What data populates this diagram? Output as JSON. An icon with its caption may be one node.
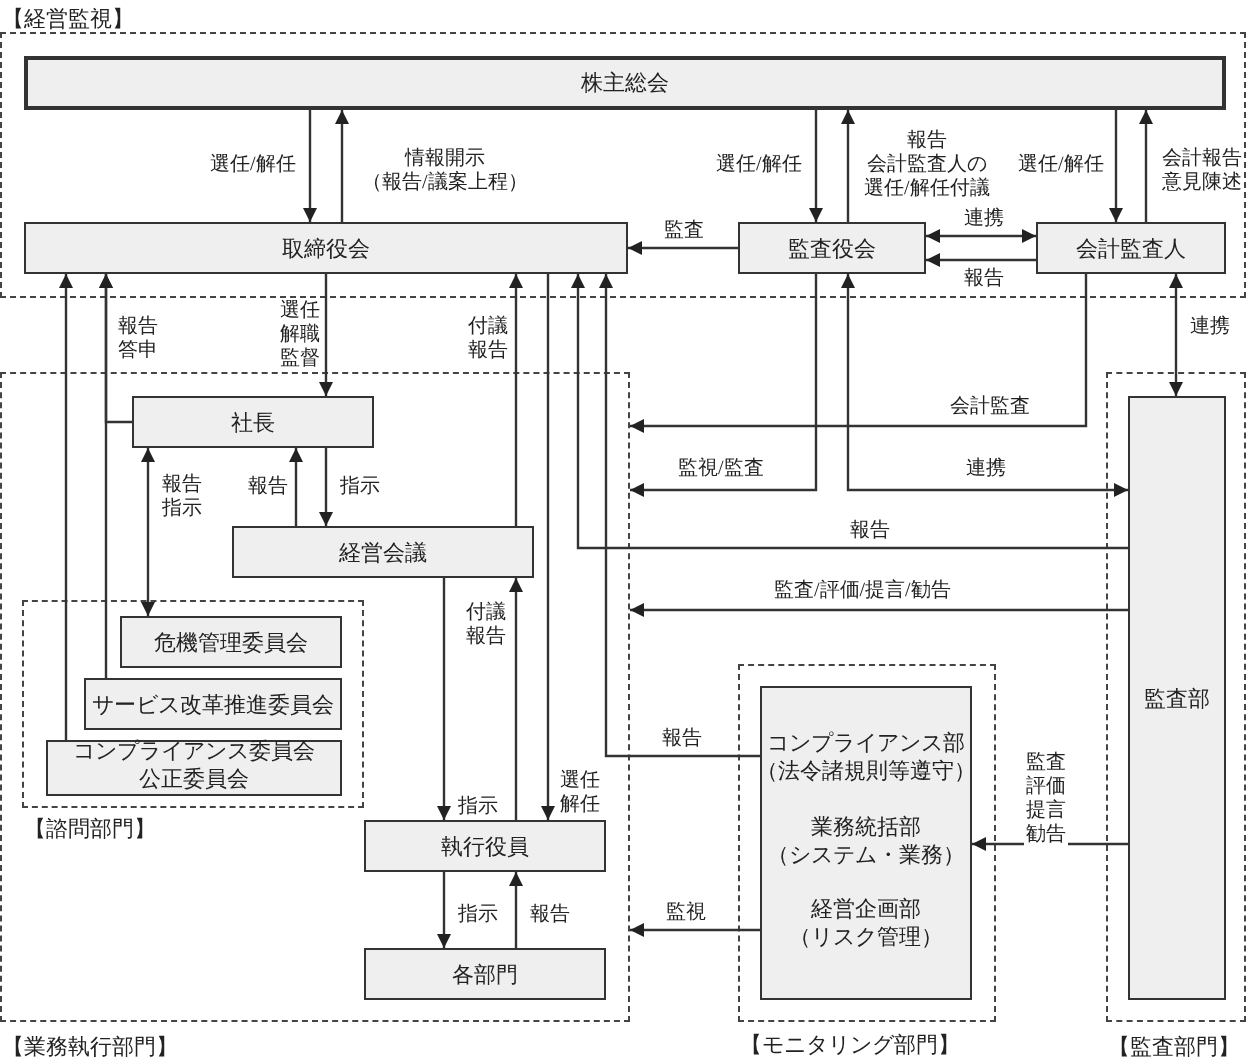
{
  "diagram": {
    "nodes": [
      {
        "text": [
          "【経営監視】"
        ]
      },
      {
        "text": [
          "株主総会"
        ],
        "in": 0
      },
      {
        "text": [
          "取締役会"
        ],
        "in": 0
      },
      {
        "text": [
          "監査役会"
        ],
        "in": 0
      },
      {
        "text": [
          "会計監査人"
        ],
        "in": 0
      },
      {
        "text": [
          "【業務執行部門】"
        ]
      },
      {
        "text": [
          "社長"
        ],
        "in": 5
      },
      {
        "text": [
          "経営会議"
        ],
        "in": 5
      },
      {
        "text": [
          "【諮問部門】"
        ],
        "in": 5
      },
      {
        "text": [
          "危機管理委員会"
        ],
        "in": 8
      },
      {
        "text": [
          "サービス改革推進委員会"
        ],
        "in": 8
      },
      {
        "text": [
          "コンプライアンス委員会公正委員会"
        ],
        "in": 8
      },
      {
        "text": [
          "執行役員"
        ],
        "in": 5
      },
      {
        "text": [
          "各部門"
        ],
        "in": 5
      },
      {
        "text": [
          "【モニタリング部門】"
        ]
      },
      {
        "text": [
          "コンプライアンス部（法令諸規則等遵守）",
          "業務統括部（システム・業務）",
          "経営企画部（リスク管理）"
        ],
        "in": 14
      },
      {
        "text": [
          "【監査部門】"
        ]
      },
      {
        "text": [
          "監査部"
        ],
        "in": 16
      }
    ],
    "edges": [
      {
        "from": 1,
        "to": 2,
        "arrow": "to",
        "label": "選任/解任"
      },
      {
        "from": 2,
        "to": 1,
        "arrow": "to",
        "label": "情報開示（報告/議案上程）"
      },
      {
        "from": 1,
        "to": 3,
        "arrow": "to",
        "label": "選任/解任"
      },
      {
        "from": 3,
        "to": 1,
        "arrow": "to",
        "label": "報告会計監査人の選任/解任付議"
      },
      {
        "from": 1,
        "to": 4,
        "arrow": "to",
        "label": "選任/解任"
      },
      {
        "from": 4,
        "to": 1,
        "arrow": "to",
        "label": "会計報告意見陳述"
      },
      {
        "from": 3,
        "to": 2,
        "arrow": "to",
        "label": "監査"
      },
      {
        "from": 3,
        "to": 4,
        "arrow": "both",
        "label": "連携"
      },
      {
        "from": 4,
        "to": 3,
        "arrow": "to",
        "label": "報告"
      },
      {
        "from": 4,
        "to": 17,
        "arrow": "both",
        "label": "連携"
      },
      {
        "from": 2,
        "to": 6,
        "arrow": "to",
        "label": "選任解職監督"
      },
      {
        "from": 7,
        "to": 2,
        "arrow": "to",
        "label": "付議報告"
      },
      {
        "from": 2,
        "to": 12,
        "arrow": "to",
        "label": "選任解任"
      },
      {
        "from": 6,
        "to": 7,
        "arrow": "to",
        "label": "指示"
      },
      {
        "from": 7,
        "to": 6,
        "arrow": "to",
        "label": "報告"
      },
      {
        "from": 6,
        "to": 9,
        "arrow": "both",
        "label": "報告指示"
      },
      {
        "from": 10,
        "to": 2,
        "arrow": "to",
        "label": "報告答申"
      },
      {
        "from": 6,
        "to": 2,
        "arrow": "to"
      },
      {
        "from": 11,
        "to": 2,
        "arrow": "to"
      },
      {
        "from": 7,
        "to": 12,
        "arrow": "to",
        "label": "指示"
      },
      {
        "from": 12,
        "to": 7,
        "arrow": "to",
        "label": "付議報告"
      },
      {
        "from": 12,
        "to": 13,
        "arrow": "to",
        "label": "指示"
      },
      {
        "from": 13,
        "to": 12,
        "arrow": "to",
        "label": "報告"
      },
      {
        "from": 17,
        "to": 2,
        "arrow": "to",
        "label": "報告"
      },
      {
        "from": 15,
        "to": 2,
        "arrow": "to",
        "label": "報告"
      },
      {
        "from": 3,
        "to": 5,
        "arrow": "to",
        "label": "監視/監査"
      },
      {
        "from": 3,
        "to": 17,
        "arrow": "both",
        "label": "連携"
      },
      {
        "from": 4,
        "to": 5,
        "arrow": "to",
        "label": "会計監査"
      },
      {
        "from": 17,
        "to": 5,
        "arrow": "to",
        "label": "監査/評価/提言/勧告"
      },
      {
        "from": 17,
        "to": 15,
        "arrow": "to",
        "label": "監査評価提言勧告"
      },
      {
        "from": 15,
        "to": 5,
        "arrow": "to",
        "label": "監視"
      }
    ]
  }
}
